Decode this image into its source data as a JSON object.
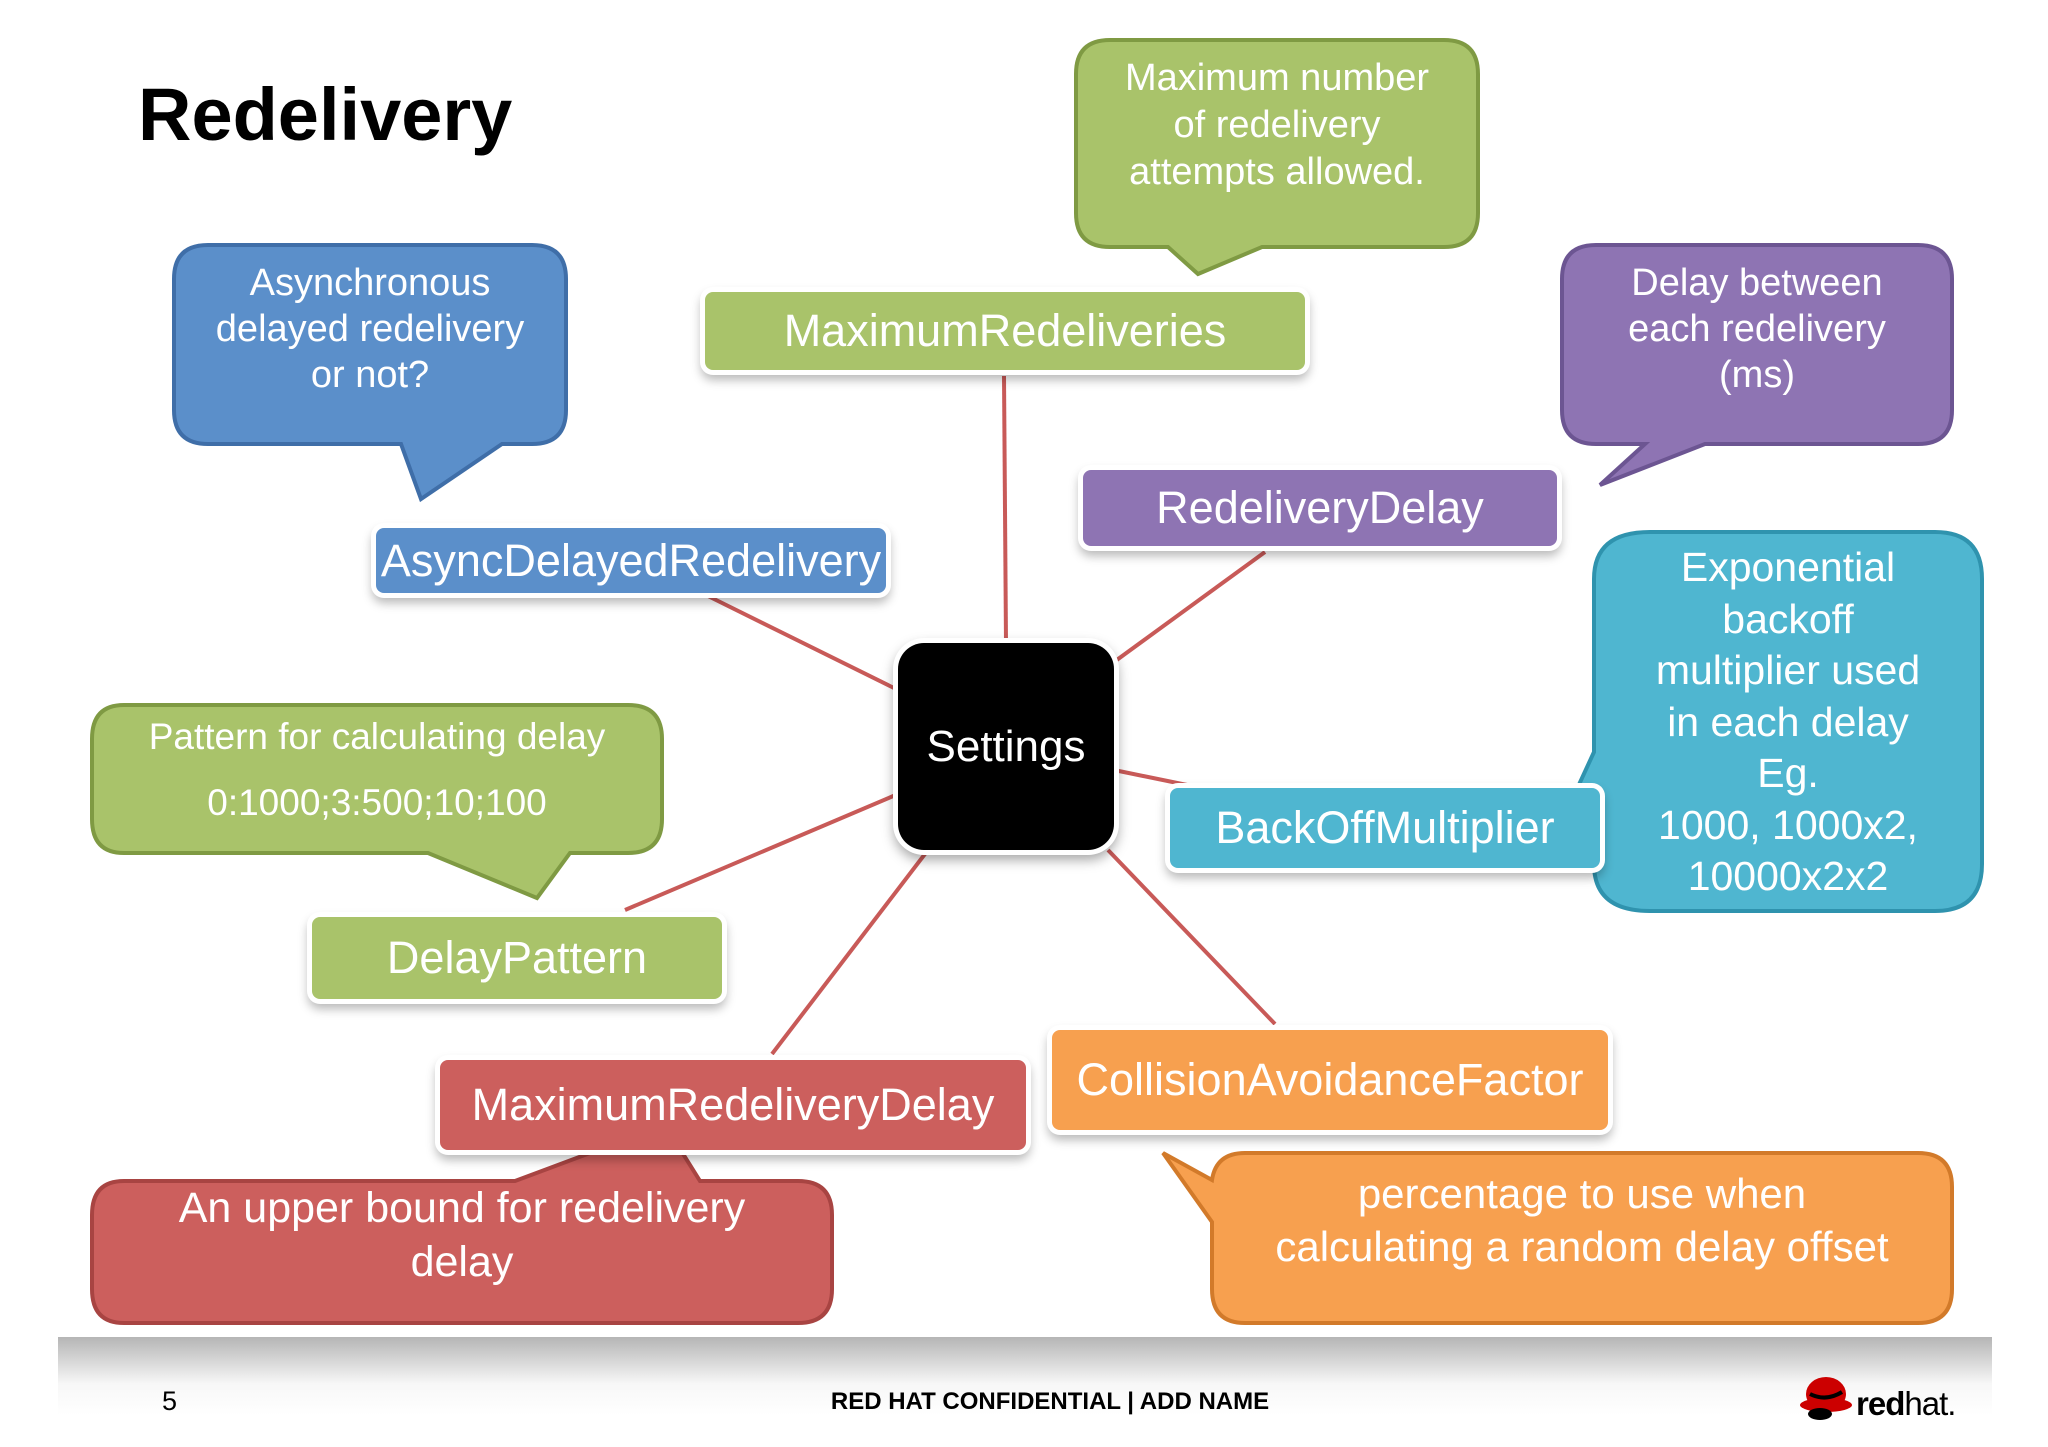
{
  "title": "Redelivery",
  "center": {
    "label": "Settings"
  },
  "colors": {
    "green": "#a9c36a",
    "blue": "#5b8fca",
    "purple": "#8e74b3",
    "teal": "#4fb6d0",
    "red": "#cc5f5d",
    "orange": "#f7a04f",
    "line": "#c85a58"
  },
  "nodes": {
    "maximum_redeliveries": "MaximumRedeliveries",
    "async_delayed_redelivery": "AsyncDelayedRedelivery",
    "redelivery_delay": "RedeliveryDelay",
    "back_off_multiplier": "BackOffMultiplier",
    "delay_pattern": "DelayPattern",
    "maximum_redelivery_delay": "MaximumRedeliveryDelay",
    "collision_avoidance_factor": "CollisionAvoidanceFactor"
  },
  "callouts": {
    "maximum_redeliveries": [
      "Maximum number",
      "of redelivery",
      "attempts allowed."
    ],
    "async_delayed_redelivery": [
      "Asynchronous",
      "delayed redelivery",
      "or not?"
    ],
    "redelivery_delay": [
      "Delay between",
      "each redelivery",
      "(ms)"
    ],
    "back_off_multiplier": [
      "Exponential",
      "backoff",
      "multiplier used",
      "in each delay",
      "Eg.",
      "1000, 1000x2,",
      "10000x2x2"
    ],
    "delay_pattern": [
      "Pattern for calculating delay",
      "0:1000;3:500;10;100"
    ],
    "maximum_redelivery_delay": [
      "An upper bound for redelivery",
      "delay"
    ],
    "collision_avoidance_factor": [
      "percentage to use when",
      "calculating a random delay offset"
    ]
  },
  "footer": {
    "page_number": "5",
    "confidential": "RED HAT CONFIDENTIAL | ADD NAME",
    "logo_bold": "red",
    "logo_light": "hat."
  }
}
